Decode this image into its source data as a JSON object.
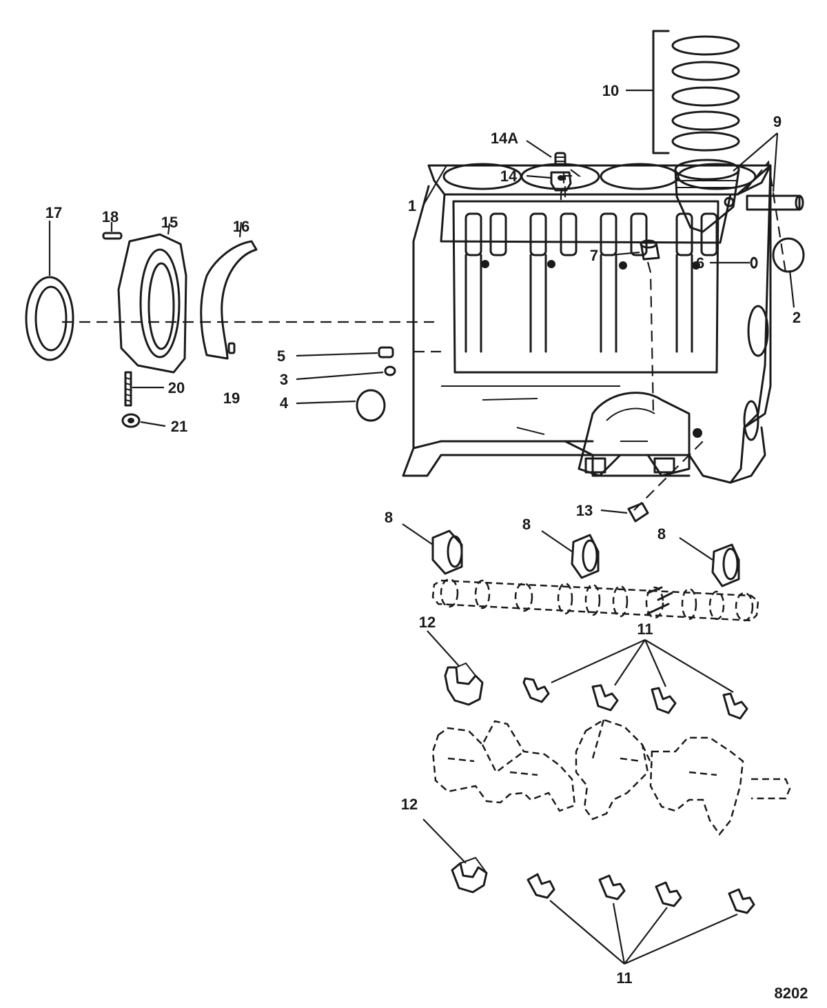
{
  "diagram": {
    "figure_number": "8202",
    "callouts": [
      "1",
      "2",
      "3",
      "4",
      "5",
      "6",
      "7",
      "8",
      "9",
      "10",
      "11",
      "12",
      "13",
      "14",
      "14A",
      "15",
      "16",
      "17",
      "18",
      "19",
      "20",
      "21"
    ]
  }
}
